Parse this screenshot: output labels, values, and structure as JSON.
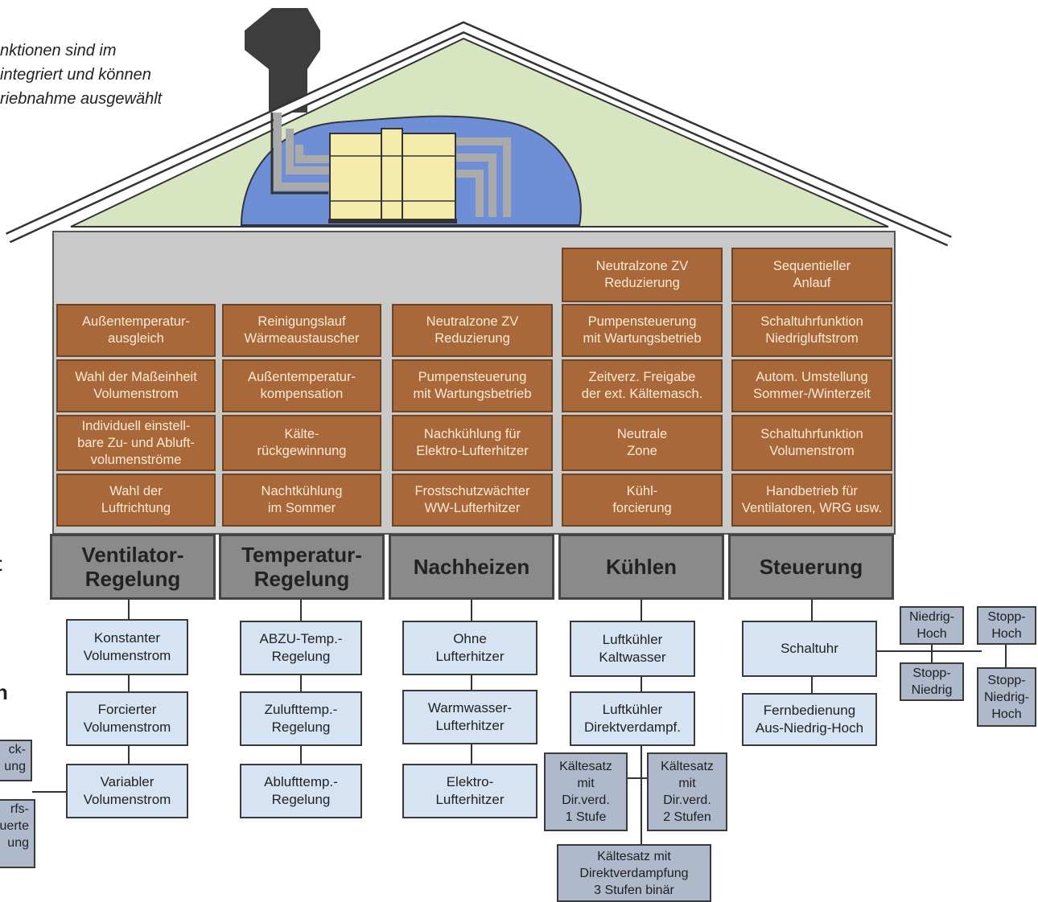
{
  "intro_text": "nktionen sind im\n integriert und können\nriebnahme ausgewählt",
  "colors": {
    "roof_fill": "#d7e6c0",
    "wall_fill": "#c9c9c9",
    "feature_fill": "#a8683a",
    "category_fill": "#8a8a8a",
    "option_fill": "#d6e3f3",
    "sub_option_fill": "#aebacb",
    "duct_blue": "#6e8fd6",
    "unit_yellow": "#f5ecab"
  },
  "features": {
    "col1": [
      "Außentemperatur-\nausgleich",
      "Wahl der Maßeinheit\nVolumenstrom",
      "Individuell einstell-\nbare Zu- und Abluft-\nvolumenströme",
      "Wahl der\nLuftrichtung"
    ],
    "col2": [
      "Reinigungslauf\nWärmeaustauscher",
      "Außentemperatur-\nkompensation",
      "Kälte-\nrückgewinnung",
      "Nachtkühlung\nim Sommer"
    ],
    "col3": [
      "Neutralzone ZV\nReduzierung",
      "Pumpensteuerung\nmit Wartungsbetrieb",
      "Nachkühlung für\nElektro-Lufterhitzer",
      "Frostschutzwächter\nWW-Lufterhitzer"
    ],
    "col4": [
      "Neutralzone ZV\nReduzierung",
      "Pumpensteuerung\nmit Wartungsbetrieb",
      "Zeitverz. Freigabe\nder ext. Kältemasch.",
      "Neutrale\nZone",
      "Kühl-\nforcierung"
    ],
    "col5": [
      "Sequentieller\nAnlauf",
      "Schaltuhrfunktion\nNiedrigluftstrom",
      "Autom. Umstellung\nSommer-/Winterzeit",
      "Schaltuhrfunktion\nVolumenstrom",
      "Handbetrieb für\nVentilatoren, WRG usw."
    ]
  },
  "categories": [
    "Ventilator-\nRegelung",
    "Temperatur-\nRegelung",
    "Nachheizen",
    "Kühlen",
    "Steuerung"
  ],
  "options": {
    "col1": [
      "Konstanter\nVolumenstrom",
      "Forcierter\nVolumenstrom",
      "Variabler\nVolumenstrom"
    ],
    "col2": [
      "ABZU-Temp.-\nRegelung",
      "Zulufttemp.-\nRegelung",
      "Ablufttemp.-\nRegelung"
    ],
    "col3": [
      "Ohne\nLufterhitzer",
      "Warmwasser-\nLufterhitzer",
      "Elektro-\nLufterhitzer"
    ],
    "col4": [
      "Luftkühler\nKaltwasser",
      "Luftkühler\nDirektverdampf."
    ],
    "col5": [
      "Schaltuhr",
      "Fernbedienung\nAus-Niedrig-Hoch"
    ]
  },
  "sub_options": {
    "kuehlen": [
      "Kältesatz\nmit\nDir.verd.\n1 Stufe",
      "Kältesatz\nmit\nDir.verd.\n2 Stufen",
      "Kältesatz mit\nDirektverdampfung\n3 Stufen binär"
    ],
    "schaltuhr": [
      "Niedrig-\nHoch",
      "Stopp-\nHoch",
      "Stopp-\nNiedrig",
      "Stopp-\nNiedrig-\nHoch"
    ]
  },
  "left_edge": {
    "letters": [
      "t",
      "n"
    ],
    "boxes": [
      "ck-\nung",
      "rfs-\nuerte\nung"
    ]
  }
}
